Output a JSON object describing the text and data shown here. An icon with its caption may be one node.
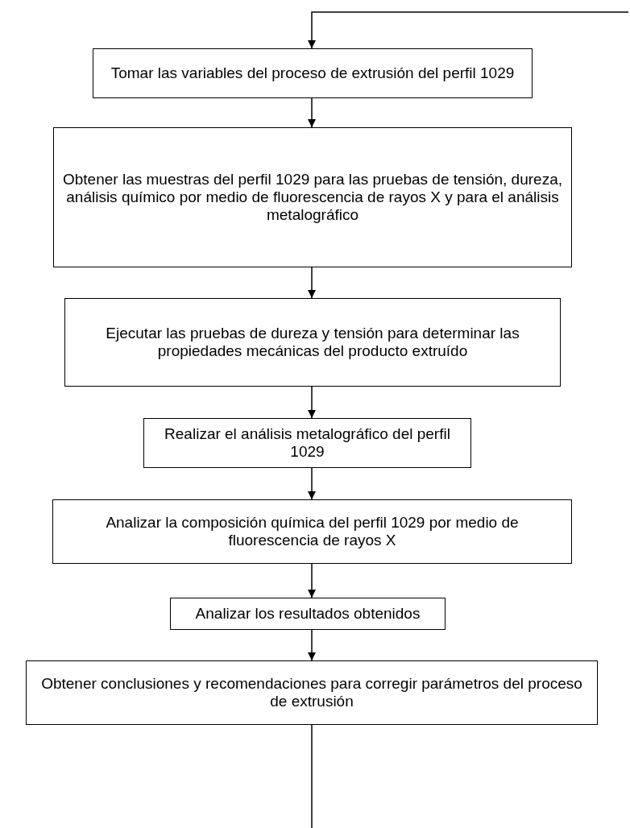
{
  "diagram": {
    "nodes": [
      {
        "text": [
          "Tomar las variables del proceso de extrusión del perfil 1029"
        ]
      },
      {
        "text": [
          "Obtener las muestras del perfil 1029 para las pruebas de tensión, dureza, análisis químico por medio de fluorescencia de rayos X y para el análisis metalográfico"
        ]
      },
      {
        "text": [
          "Ejecutar las pruebas de dureza y tensión para determinar las propiedades mecánicas del producto extruído"
        ]
      },
      {
        "text": [
          "Realizar el análisis metalográfico del perfil 1029"
        ]
      },
      {
        "text": [
          "Analizar la composición química del perfil 1029 por medio de fluorescencia de rayos X"
        ]
      },
      {
        "text": [
          "Analizar los resultados obtenidos"
        ]
      },
      {
        "text": [
          "Obtener conclusiones y recomendaciones para corregir parámetros del proceso de extrusión"
        ]
      }
    ],
    "edges": [
      {
        "from": null,
        "to": 0,
        "arrow": "to"
      },
      {
        "from": 0,
        "to": 1,
        "arrow": "to"
      },
      {
        "from": 1,
        "to": 2,
        "arrow": "to"
      },
      {
        "from": 2,
        "to": 3,
        "arrow": "to"
      },
      {
        "from": 3,
        "to": 4,
        "arrow": "to"
      },
      {
        "from": 4,
        "to": 5,
        "arrow": "to"
      },
      {
        "from": 5,
        "to": 6,
        "arrow": "to"
      },
      {
        "from": 6,
        "to": null,
        "arrow": "none"
      }
    ]
  }
}
